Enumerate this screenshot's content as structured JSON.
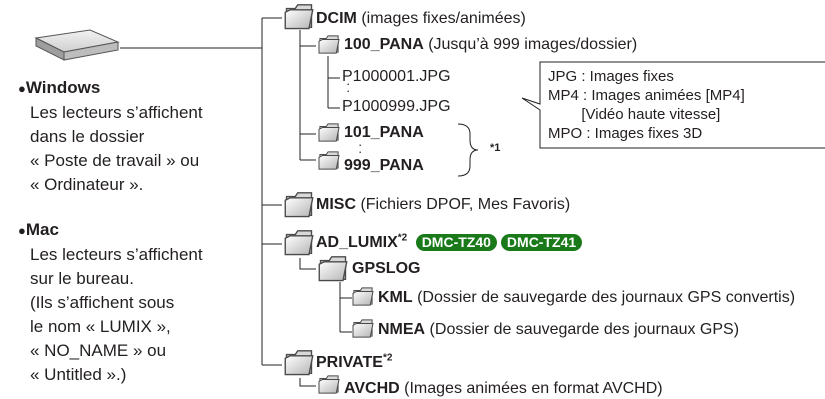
{
  "left": {
    "drive_icon": "removable-drive-icon",
    "windows": {
      "title": "Windows",
      "lines": [
        "Les lecteurs s’affichent",
        "dans le dossier",
        "« Poste de travail » ou",
        "« Ordinateur »."
      ]
    },
    "mac": {
      "title": "Mac",
      "lines": [
        "Les lecteurs s’affichent",
        "sur le bureau.",
        "(Ils s’affichent sous",
        "le nom « LUMIX »,",
        "« NO_NAME » ou",
        "« Untitled ».)"
      ]
    }
  },
  "tree": {
    "dcim": {
      "name": "DCIM",
      "desc": " (images fixes/animées)"
    },
    "pana100": {
      "name": "100_PANA",
      "desc": " (Jusqu’à 999 images/dossier)"
    },
    "file_first": "P1000001.JPG",
    "file_last": "P1000999.JPG",
    "pana101": {
      "name": "101_PANA"
    },
    "pana999": {
      "name": "999_PANA"
    },
    "footnote1": "*1",
    "misc": {
      "name": "MISC",
      "desc": " (Fichiers DPOF, Mes Favoris)"
    },
    "ad_lumix": {
      "name": "AD_LUMIX",
      "mark": "*2",
      "badges": [
        "DMC-TZ40",
        "DMC-TZ41"
      ]
    },
    "gpslog": {
      "name": "GPSLOG"
    },
    "kml": {
      "name": "KML",
      "desc": " (Dossier de sauvegarde des journaux GPS convertis)"
    },
    "nmea": {
      "name": "NMEA",
      "desc": " (Dossier de sauvegarde des journaux GPS)"
    },
    "private": {
      "name": "PRIVATE",
      "mark": "*2"
    },
    "avchd": {
      "name": "AVCHD",
      "desc": " (Images animées en format AVCHD)"
    }
  },
  "callout": {
    "lines": [
      "JPG : Images fixes",
      "MP4 : Images animées [MP4]",
      "        [Vidéo haute vitesse]",
      "MPO : Images fixes 3D"
    ]
  },
  "colors": {
    "badge": "#1a7a1a",
    "text": "#231f20",
    "line": "#231f20"
  }
}
